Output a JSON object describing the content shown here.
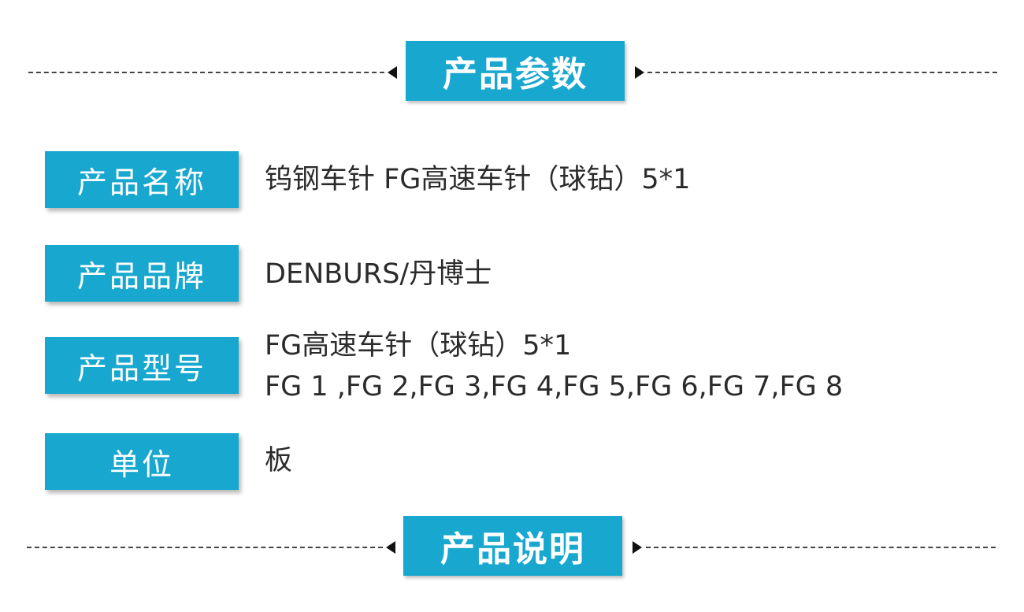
{
  "sections": {
    "params_title": "产品参数",
    "desc_title": "产品说明"
  },
  "rows": [
    {
      "label": "产品名称",
      "value_lines": [
        "钨钢车针 FG高速车针（球钻）5*1"
      ]
    },
    {
      "label": "产品品牌",
      "value_lines": [
        "DENBURS/丹博士"
      ]
    },
    {
      "label": "产品型号",
      "value_lines": [
        "FG高速车针（球钻）5*1",
        "FG 1 ,FG 2,FG 3,FG 4,FG 5,FG 6,FG 7,FG 8"
      ]
    },
    {
      "label": "单位",
      "value_lines": [
        "板"
      ]
    }
  ],
  "colors": {
    "accent": "#17a7cf",
    "text": "#2b2b2b",
    "dash": "#444444"
  }
}
